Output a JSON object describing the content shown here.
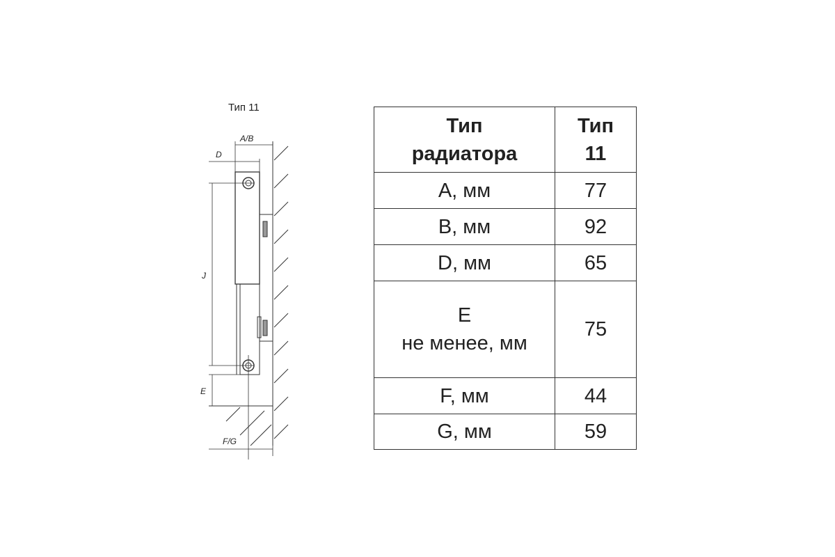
{
  "diagram": {
    "title": "Тип 11",
    "labels": {
      "ab": "A/B",
      "d": "D",
      "j": "J",
      "e": "E",
      "fg": "F/G"
    }
  },
  "table": {
    "header": {
      "col1_line1": "Тип",
      "col1_line2": "радиатора",
      "col2_line1": "Тип",
      "col2_line2": "11"
    },
    "rows": [
      {
        "param": "A, мм",
        "value": "77"
      },
      {
        "param": "B, мм",
        "value": "92"
      },
      {
        "param": "D, мм",
        "value": "65"
      },
      {
        "param_line1": "E",
        "param_line2": "не менее, мм",
        "value": "75"
      },
      {
        "param": "F, мм",
        "value": "44"
      },
      {
        "param": "G, мм",
        "value": "59"
      }
    ]
  }
}
